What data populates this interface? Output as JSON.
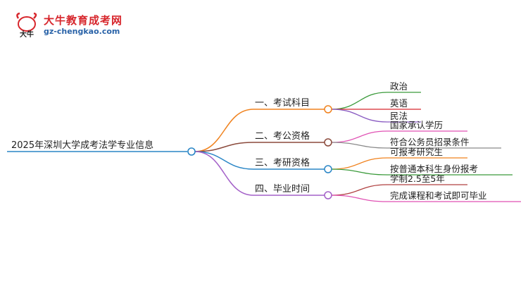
{
  "brand": {
    "name": "大牛教育成考网",
    "url": "gz-chengkao.com",
    "mark_text": "大牛"
  },
  "mindmap": {
    "root": "2025年深圳大学成考法学专业信息",
    "branches": [
      {
        "label": "一、考试科目",
        "color": "#f0821e",
        "children": [
          {
            "label": "政治",
            "color": "#3a9a3a"
          },
          {
            "label": "英语",
            "color": "#d7262c"
          },
          {
            "label": "民法",
            "color": "#8a5cc2"
          }
        ]
      },
      {
        "label": "二、考公资格",
        "color": "#8b4a3c",
        "children": [
          {
            "label": "国家承认学历",
            "color": "#e052b4"
          },
          {
            "label": "符合公务员招录条件",
            "color": "#8a8a8a"
          }
        ]
      },
      {
        "label": "三、考研资格",
        "color": "#2a86c6",
        "children": [
          {
            "label": "可报考研究生",
            "color": "#f0821e"
          },
          {
            "label": "按普通本科生身份报考",
            "color": "#3a9a3a"
          }
        ]
      },
      {
        "label": "四、毕业时间",
        "color": "#a360c8",
        "children": [
          {
            "label": "学制2.5至5年",
            "color": "#b04040"
          },
          {
            "label": "完成课程和考试即可毕业",
            "color": "#e052b4"
          }
        ]
      }
    ]
  }
}
